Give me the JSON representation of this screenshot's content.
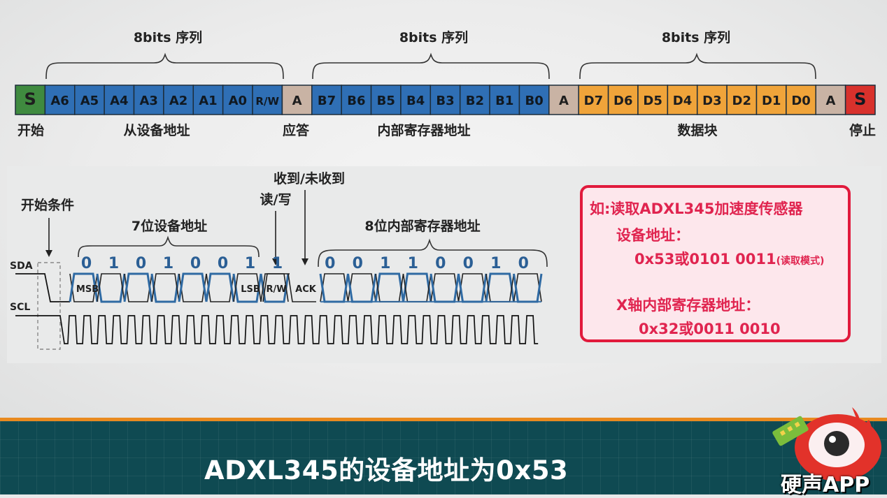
{
  "frame": {
    "groups": [
      {
        "label": "8bits 序列"
      },
      {
        "label": "8bits 序列"
      },
      {
        "label": "8bits 序列"
      }
    ],
    "cells": [
      {
        "text": "S",
        "kind": "start"
      },
      {
        "text": "A6",
        "kind": "addr"
      },
      {
        "text": "A5",
        "kind": "addr"
      },
      {
        "text": "A4",
        "kind": "addr"
      },
      {
        "text": "A3",
        "kind": "addr"
      },
      {
        "text": "A2",
        "kind": "addr"
      },
      {
        "text": "A1",
        "kind": "addr"
      },
      {
        "text": "A0",
        "kind": "addr"
      },
      {
        "text": "R/W",
        "kind": "addr"
      },
      {
        "text": "A",
        "kind": "ack"
      },
      {
        "text": "B7",
        "kind": "addr"
      },
      {
        "text": "B6",
        "kind": "addr"
      },
      {
        "text": "B5",
        "kind": "addr"
      },
      {
        "text": "B4",
        "kind": "addr"
      },
      {
        "text": "B3",
        "kind": "addr"
      },
      {
        "text": "B2",
        "kind": "addr"
      },
      {
        "text": "B1",
        "kind": "addr"
      },
      {
        "text": "B0",
        "kind": "addr"
      },
      {
        "text": "A",
        "kind": "ack"
      },
      {
        "text": "D7",
        "kind": "data"
      },
      {
        "text": "D6",
        "kind": "data"
      },
      {
        "text": "D5",
        "kind": "data"
      },
      {
        "text": "D4",
        "kind": "data"
      },
      {
        "text": "D3",
        "kind": "data"
      },
      {
        "text": "D2",
        "kind": "data"
      },
      {
        "text": "D1",
        "kind": "data"
      },
      {
        "text": "D0",
        "kind": "data"
      },
      {
        "text": "A",
        "kind": "ack"
      },
      {
        "text": "S",
        "kind": "stop"
      }
    ],
    "below_labels": {
      "start": "开始",
      "slave_addr": "从设备地址",
      "ack": "应答",
      "reg_addr": "内部寄存器地址",
      "data_block": "数据块",
      "stop": "停止"
    },
    "colors": {
      "start": "#3f8a3f",
      "addr": "#2f6fb5",
      "ack": "#c9b3a4",
      "data": "#f0a43a",
      "stop": "#d8312c"
    }
  },
  "timing": {
    "start_condition": "开始条件",
    "device_addr_label": "7位设备地址",
    "rw_label": "读/写",
    "ack_label": "收到/未收到",
    "reg_addr_label": "8位内部寄存器地址",
    "sda_label": "SDA",
    "scl_label": "SCL",
    "addr_bits": [
      "0",
      "1",
      "0",
      "1",
      "0",
      "0",
      "1",
      "1"
    ],
    "reg_bits": [
      "0",
      "0",
      "1",
      "1",
      "0",
      "0",
      "1",
      "0"
    ],
    "msb": "MSB",
    "lsb": "LSB",
    "rw": "R/W",
    "ack": "ACK"
  },
  "info": {
    "line1": "如:读取ADXL345加速度传感器",
    "line2": "设备地址：",
    "line3": "0x53或0101 0011",
    "line3_note": "(读取模式)",
    "line4": "X轴内部寄存器地址：",
    "line5": "0x32或0011 0010"
  },
  "subtitle": "ADXL345的设备地址为0x53",
  "logo_text": "硬声APP"
}
